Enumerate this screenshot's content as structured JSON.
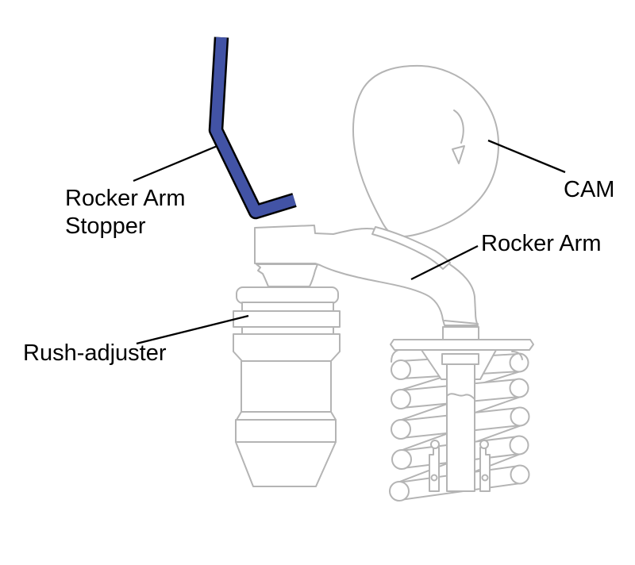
{
  "diagram": {
    "labels": {
      "rocker_arm_stopper_line1": "Rocker Arm",
      "rocker_arm_stopper_line2": "Stopper",
      "cam": "CAM",
      "rocker_arm": "Rocker Arm",
      "rush_adjuster": "Rush-adjuster"
    },
    "colors": {
      "line_gray": "#b4b4b4",
      "stopper_fill_blue": "#4253a5",
      "stopper_outline": "#000000",
      "label_text": "#000000",
      "background": "#ffffff"
    }
  }
}
